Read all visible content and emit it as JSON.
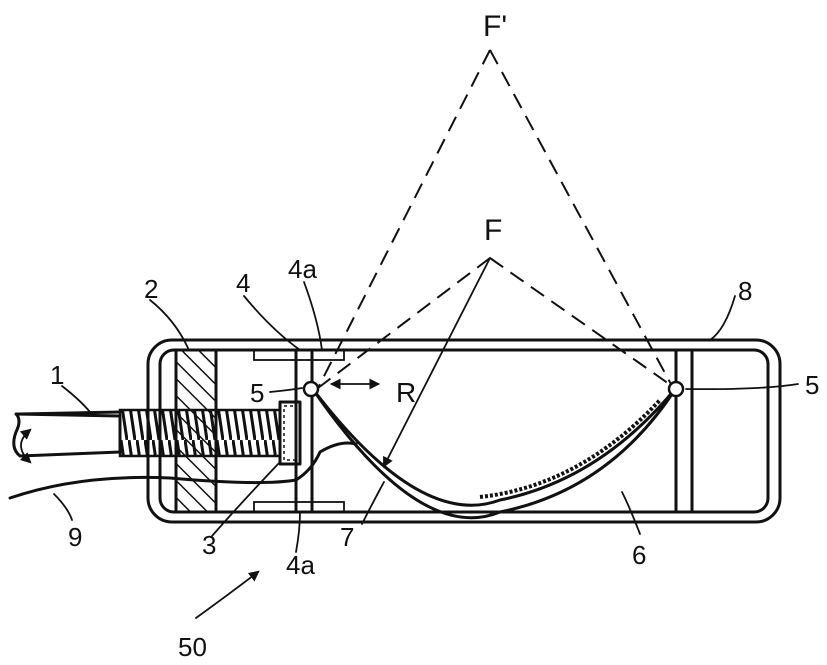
{
  "diagram": {
    "labels": {
      "focus_far": "F'",
      "focus_near": "F",
      "part_4a_top": "4a",
      "part_2": "2",
      "part_4": "4",
      "part_8": "8",
      "part_1": "1",
      "part_5_left": "5",
      "part_r": "R",
      "part_5_right": "5",
      "part_9": "9",
      "part_3": "3",
      "part_4a_bottom": "4a",
      "part_7": "7",
      "part_6": "6",
      "assembly_50": "50"
    }
  }
}
